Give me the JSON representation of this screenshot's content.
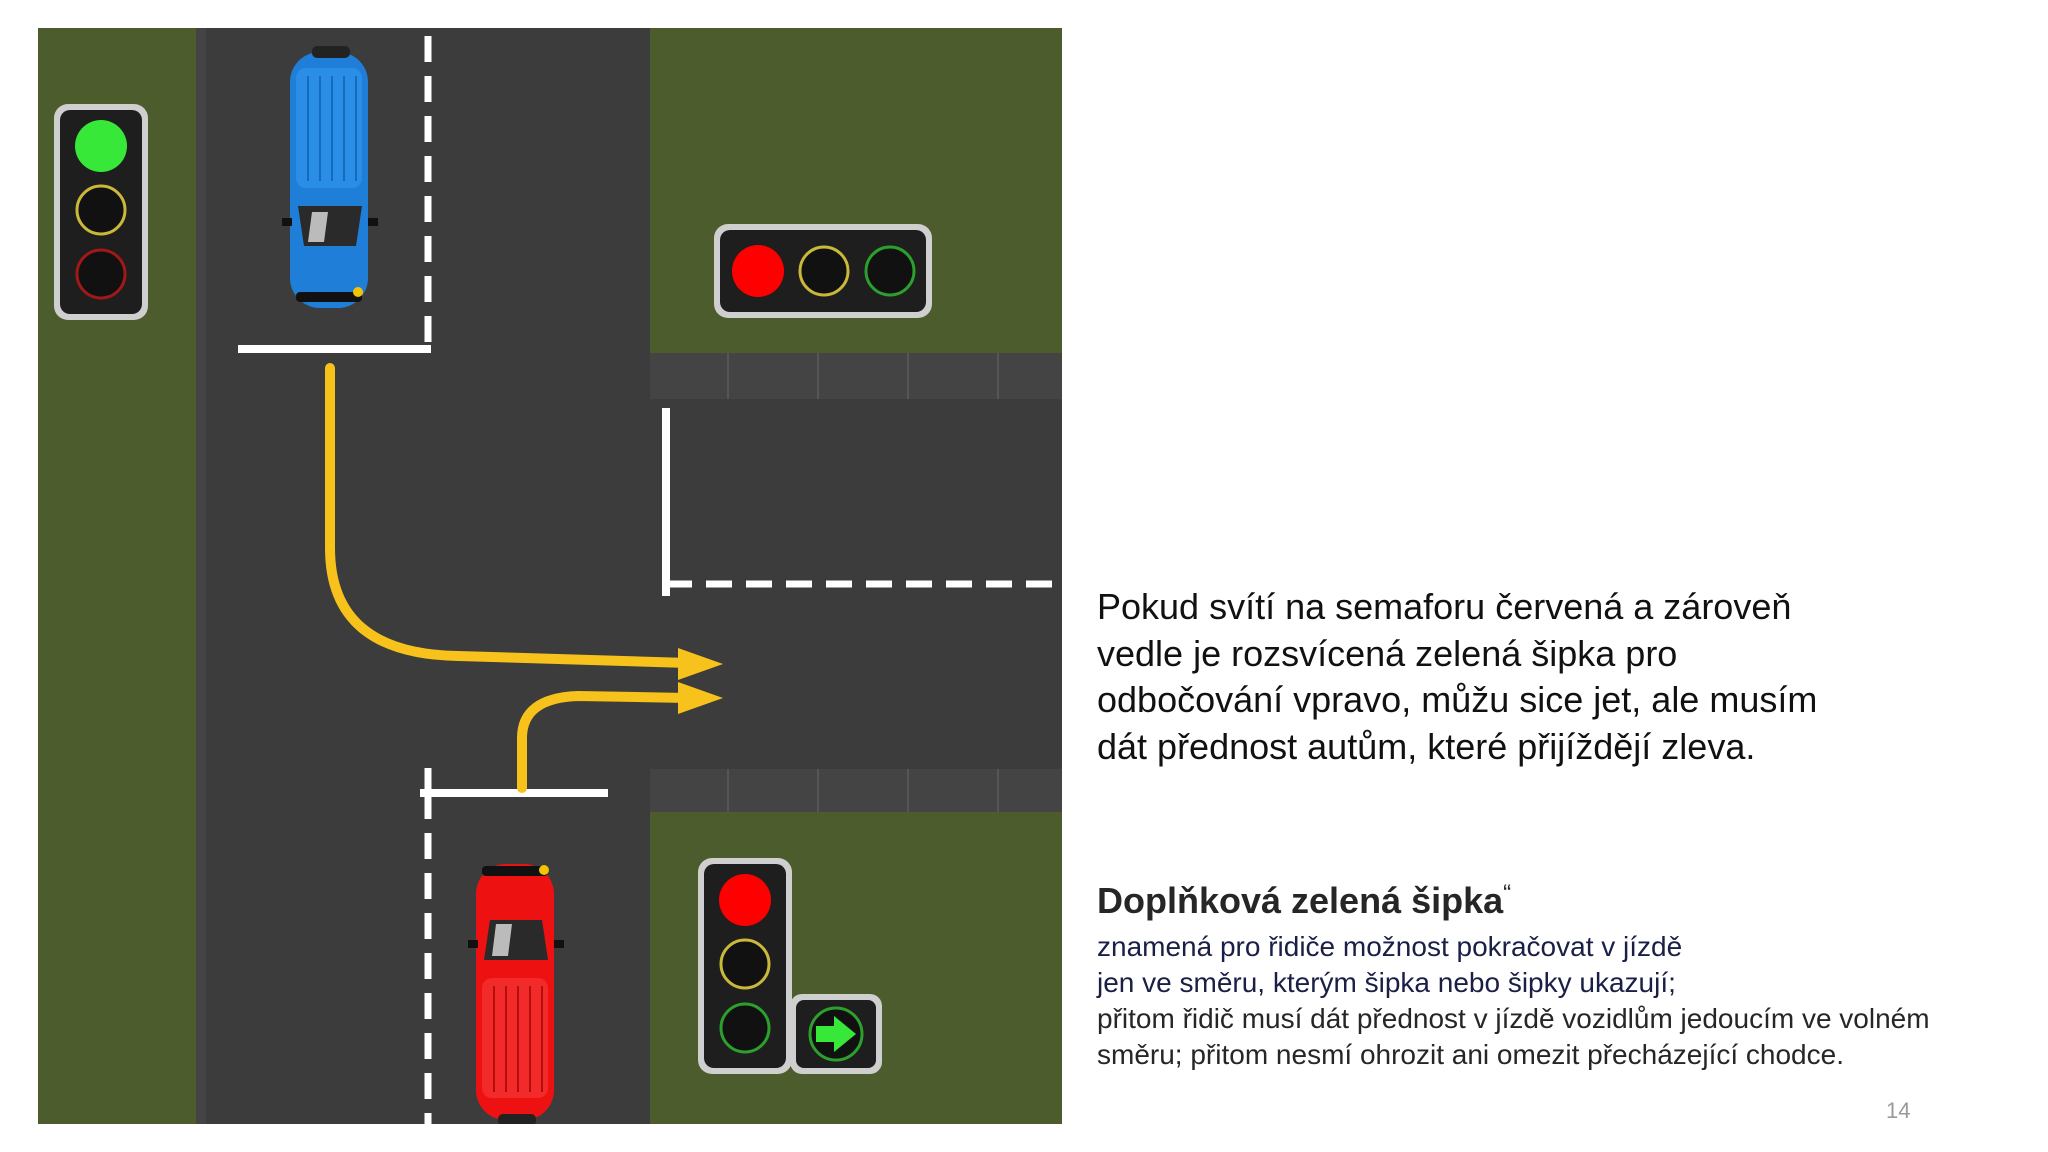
{
  "illustration": {
    "description_icons": [
      "traffic-light-green",
      "traffic-light-red-horizontal",
      "traffic-light-red-with-green-arrow",
      "blue-car",
      "red-car",
      "yellow-turn-arrows"
    ],
    "colors": {
      "grass": "#4d5c2c",
      "asphalt": "#3c3c3c",
      "marking": "#ffffff",
      "arrow": "#f7c21b",
      "light_red": "#ff0000",
      "light_green": "#38e838",
      "car_blue": "#1f7fd8",
      "car_red": "#ee1111"
    }
  },
  "paragraph": {
    "lines": [
      "Pokud svítí na semaforu červená a zároveň",
      "vedle je rozsvícená zelená šipka pro",
      "odbočování vpravo, můžu sice jet, ale musím",
      "dát přednost autům, které přijíždějí zleva."
    ]
  },
  "definition": {
    "title": "Doplňková zelená šipka",
    "title_quote": "“",
    "lines": [
      "znamená pro řidiče možnost pokračovat v jízdě",
      "jen ve směru, kterým šipka nebo šipky ukazují;",
      "přitom řidič musí dát přednost v jízdě vozidlům jedoucím ve volném",
      "směru; přitom nesmí ohrozit ani omezit přecházející chodce."
    ]
  },
  "page_number": "14"
}
